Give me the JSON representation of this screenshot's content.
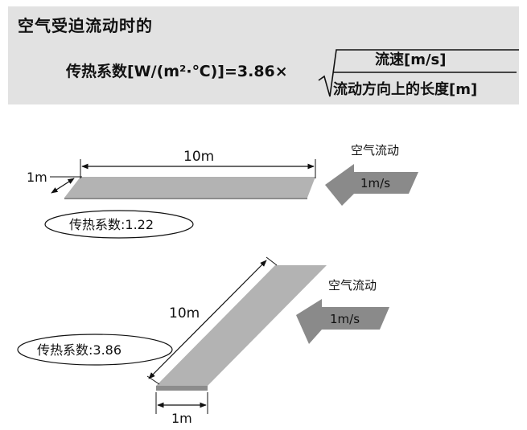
{
  "formula": {
    "title": "空气受迫流动时的",
    "lhs": "传热系数[W/(m²·℃)]=3.86×",
    "numerator": "流速[m/s]",
    "denominator": "流动方向上的长度[m]"
  },
  "top_example": {
    "length_label": "10m",
    "width_label": "1m",
    "air_flow_label": "空气流动",
    "speed_label": "1m/s",
    "coefficient_label": "传热系数:1.22"
  },
  "bottom_example": {
    "length_label": "10m",
    "width_label": "1m",
    "air_flow_label": "空气流动",
    "speed_label": "1m/s",
    "coefficient_label": "传热系数:3.86"
  },
  "colors": {
    "formula_bg": "#e2e2e2",
    "plate": "#b3b3b3",
    "plate_edge": "#8c8c8c",
    "arrow": "#8a8a8a"
  }
}
